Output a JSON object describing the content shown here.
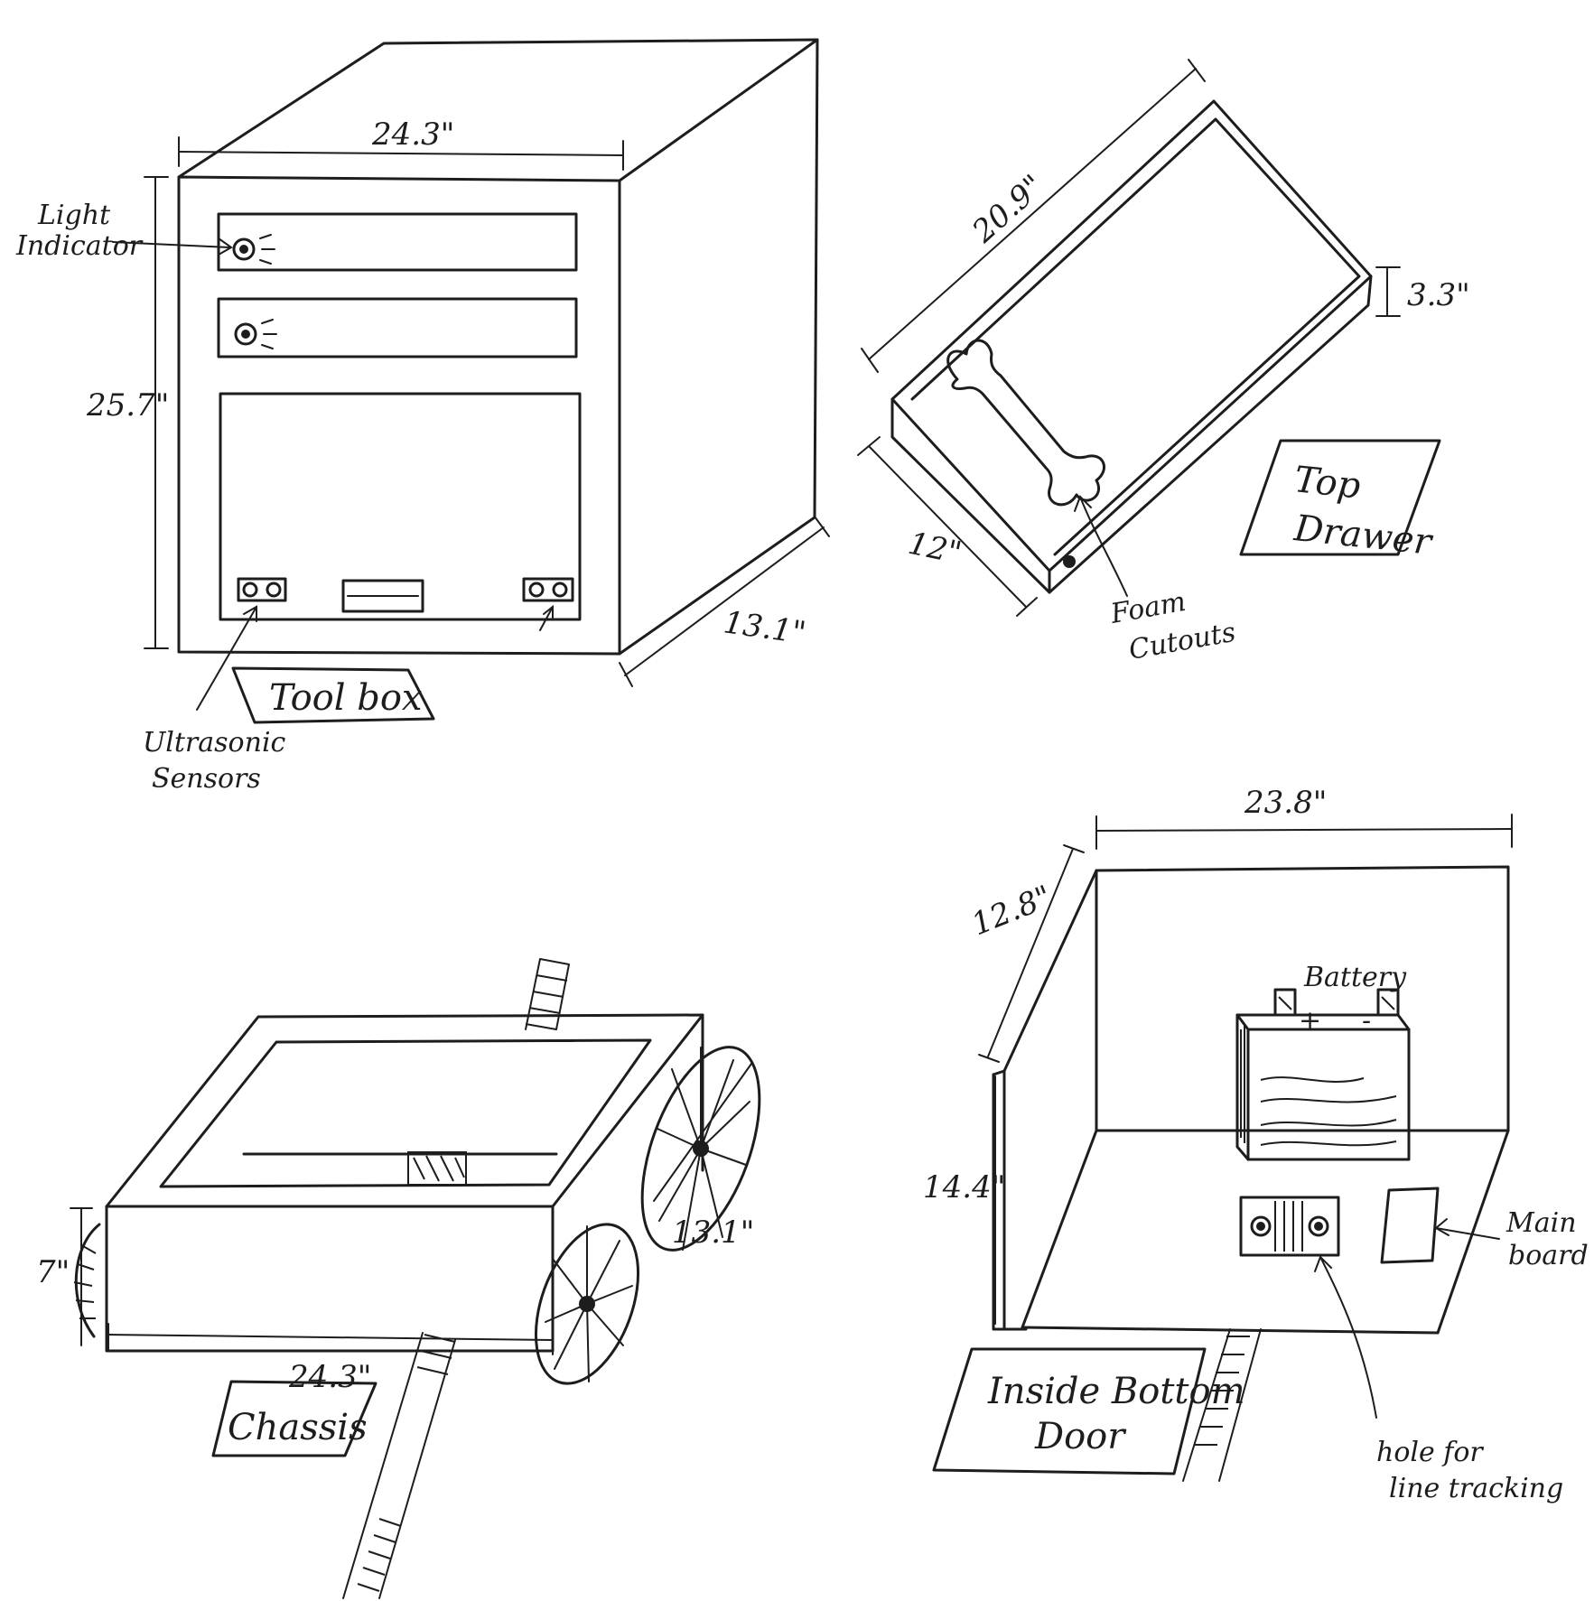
{
  "toolbox": {
    "title": "Tool box",
    "width": "24.3\"",
    "height": "25.7\"",
    "depth": "13.1\"",
    "light_indicator": [
      "Light",
      "Indicator"
    ],
    "ultrasonic_sensors": [
      "Ultrasonic",
      "Sensors"
    ]
  },
  "top_drawer": {
    "title": [
      "Top",
      "Drawer"
    ],
    "length": "20.9\"",
    "height": "3.3\"",
    "width": "12\"",
    "foam_cutouts": [
      "Foam",
      "Cutouts"
    ]
  },
  "chassis": {
    "title": "Chassis",
    "width": "24.3\"",
    "height": "7\"",
    "depth": "13.1\""
  },
  "inside_bottom_door": {
    "title": [
      "Inside Bottom",
      "Door"
    ],
    "width": "23.8\"",
    "depth": "12.8\"",
    "height": "14.4\"",
    "battery": "Battery",
    "battery_terminals": [
      "+",
      "-"
    ],
    "main_board": [
      "Main",
      "board"
    ],
    "line_tracking_hole": [
      "hole for",
      "line tracking"
    ]
  }
}
